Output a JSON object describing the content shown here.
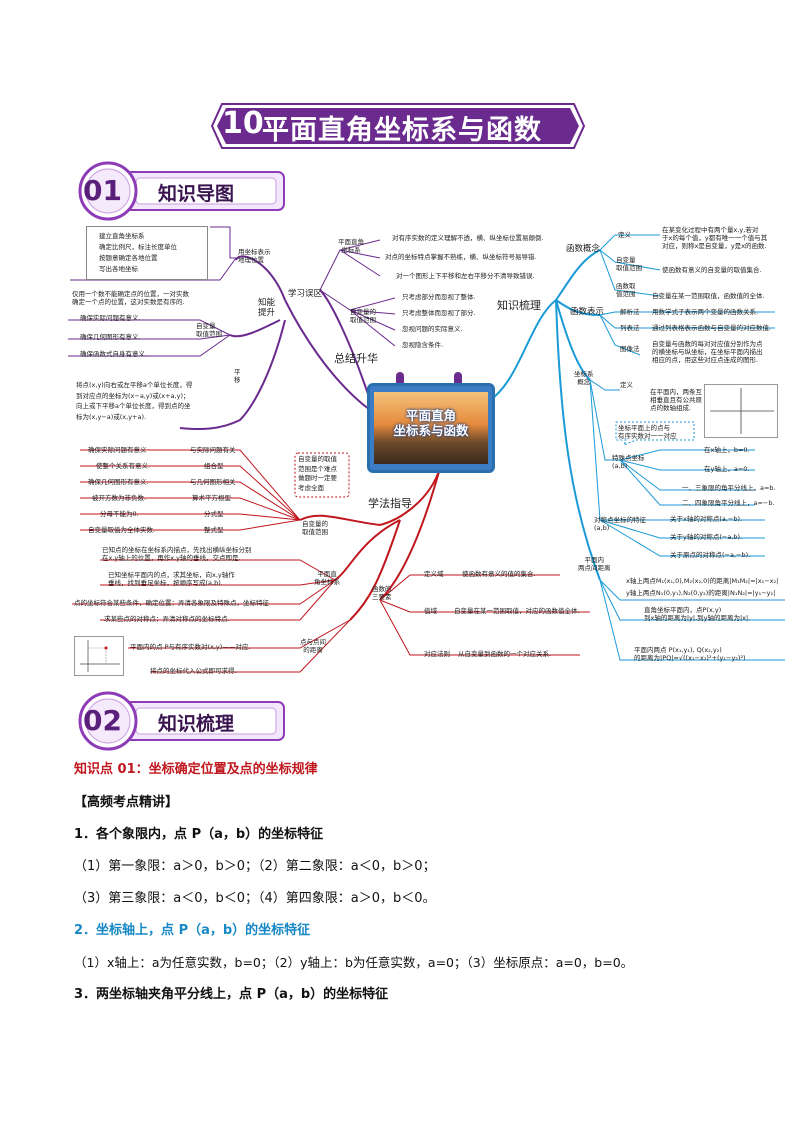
{
  "title": {
    "number": "10",
    "text": "平面直角坐标系与函数"
  },
  "section1": {
    "number": "01",
    "label": "知识导图"
  },
  "section2": {
    "number": "02",
    "label": "知识梳理"
  },
  "mindmap": {
    "center": "平面直角\n坐标系与函数",
    "branches": {
      "summary": "总结升华",
      "method": "学法指导",
      "knowledge": "知识梳理",
      "ability": "知能\n提升",
      "mistakes": "学习误区"
    },
    "left_top": {
      "box1": [
        "建立直角坐标系",
        "确定比例尺，标注长度单位",
        "按题意确定各地位置",
        "写出各地坐标"
      ],
      "map_position": "用坐标表示\n地理位置",
      "single_number": "仅用一个数不能确定点的位置，一对实数\n确定一个点的位置，这对实数是有序的.",
      "domain_label": "自变量\n取值范围",
      "domain_items": [
        "确保实际问题有意义.",
        "确保几何图形有意义.",
        "确保函数式自身有意义."
      ],
      "translate_label": "平\n移",
      "translate_text": "将点(x,y)向右或左平移a个单位长度，得\n到对应点的坐标为(x−a,y)或(x+a,y)；\n向上或下平移a个单位长度，得到点的坐\n标为(x,y−a)或(x,y+a)."
    },
    "mistakes": {
      "coord_label": "平面直角\n坐标系",
      "coord_items": [
        "对有序实数的定义理解不透，横、纵坐标位置易颠倒.",
        "对点的坐标特点掌握不熟练，横、纵坐标符号易导错.",
        "对一个图形上下平移和左右平移分不清导致错误."
      ],
      "domain_label": "自变量的\n取值范围",
      "domain_items": [
        "只考虑部分而忽视了整体.",
        "只考虑整体而忽视了部分.",
        "忽视问题的实际意义.",
        "忽视隐含条件."
      ]
    },
    "knowledge": {
      "concept_label": "函数概念",
      "definition": "定义",
      "definition_text": "在某变化过程中有两个量x,y,若对\n于x的每个值，y都有唯一一个值与其\n对应，则称x是自变量，y是x的函数.",
      "domain": "自变量\n取值范围",
      "domain_text": "使函数有意义的自变量的取值集合.",
      "value": "函数取\n值范围",
      "value_text": "自变量在某一范围取值，函数值的全体.",
      "repr_label": "函数表示",
      "analytic": "解析法",
      "analytic_text": "用数学式子表示两个变量的函数关系.",
      "table": "列表法",
      "table_text": "通过列表格表示函数与自变量的对应数值.",
      "graph": "图像法",
      "graph_text": "自变量与函数的每对对应值分别作为点\n的横坐标与纵坐标，在坐标平面内描出\n相应的点，用这些对应点连成的图形.",
      "coord_concept": "坐标系\n概念",
      "coord_def": "定义",
      "coord_def_text": "在平面内，两条互\n相垂直且有公共原\n点的数轴组成.",
      "bubble": "坐标平面上的点与\n有序实数对一一对应",
      "special": "特殊点坐标\n(a,b)",
      "special_items": [
        "在x轴上，b=0.",
        "在y轴上，a=0.",
        "一、三象限的角平分线上，a=b.",
        "二、四象限角平分线上，a=−b."
      ],
      "symmetric": "对称点坐标的特征\n(a,b)",
      "symmetric_items": [
        "关于x轴的对称点(a,−b).",
        "关于y轴的对称点(−a,b).",
        "关于原点的对称点(−a,−b)."
      ],
      "distance": "平面内\n两点间距离",
      "distance_text1": "x轴上两点M₁(x₁,0),M₂(x₂,0)的距离|M₁M₂|=|x₁−x₂|",
      "distance_text2": "y轴上两点N₁(0,y₁),N₂(0,y₂)的距离|N₁N₂|=|y₁−y₂|",
      "distance_text3": "直角坐标平面内，点P(x,y)\n到x轴的距离为|y|,到y轴的距离为|x|.",
      "distance_text4": "平面内两点 P(x₁,y₁), Q(x₂,y₂)\n的距离为|PQ|=√((x₁−x₂)²+(y₁−y₂)²)"
    },
    "method": {
      "bubble": "自变量的取值\n范围是个难点\n做题时一定要\n考虑全面",
      "left_items": [
        "确保实际问题有意义",
        "使整个关系有意义.",
        "确保几何图形有意义.",
        "被开方数为非负数.",
        "分母不能为0.",
        "自变量取值为全体实数."
      ],
      "right_items": [
        "与实际问题有关",
        "组合型",
        "与几何图形相关",
        "算术平方根型",
        "分式型",
        "整式型"
      ],
      "domain_label": "自变量的\n取值范围",
      "coord_label": "平面直\n角坐标系",
      "coord_text1": "已知点的坐标在坐标系内描点，先找出横纵坐标分别\n在x,y轴上的位置，再作x,y轴的垂线，交点即是.",
      "coord_text2": "已知坐标平面内的点，求其坐标，向x,y轴作\n垂线，找到垂足坐标，按顺序写成(a,b).",
      "coord_text3": "点的坐标符合某些条件，确定位置：弄清各象限及特殊点，坐标特征",
      "coord_text4": "求某些点的对称点：弄清对称点的坐标特点.",
      "distance_label": "点与点间\n的距离",
      "distance_text1": "平面内的点 P与有序实数对(x,y)——对应.",
      "distance_text2": "将点的坐标代入公式即可求得.",
      "three_label": "函数的\n三要素",
      "three_items": [
        "定义域",
        "值域",
        "对应法则"
      ],
      "three_texts": [
        "使函数有意义的值的集合.",
        "自变量在某一范围取值，对应的函数值全体.",
        "从自变量到函数的一个对应关系."
      ]
    }
  },
  "content": {
    "point_title": "知识点 01：坐标确定位置及点的坐标规律",
    "tag": "【高频考点精讲】",
    "h1": "1．各个象限内，点 P（a，b）的坐标特征",
    "l1": "（1）第一象限：a＞0，b＞0；（2）第二象限：a＜0，b＞0；",
    "l2": "（3）第三象限：a＜0，b＜0；（4）第四象限：a＞0，b＜0。",
    "h2": "2．坐标轴上，点 P（a，b）的坐标特征",
    "l3": "（1）x轴上：a为任意实数，b=0；（2）y轴上：b为任意实数，a=0；（3）坐标原点：a=0，b=0。",
    "h3": "3．两坐标轴夹角平分线上，点 P（a，b）的坐标特征"
  },
  "colors": {
    "purple": "#6a2a8e",
    "teal": "#1a9ad6",
    "red": "#c0161d",
    "title_red": "#c0161d",
    "blue": "#1788c5"
  }
}
